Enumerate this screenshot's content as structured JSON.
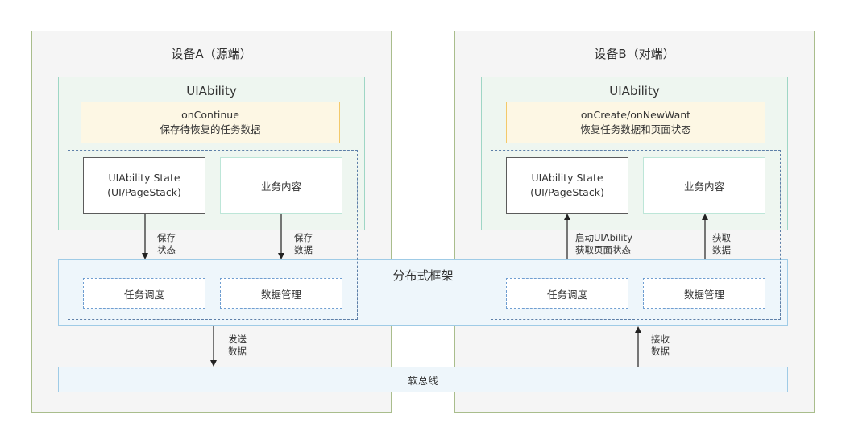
{
  "deviceA": {
    "title": "设备A（源端）",
    "uiability": {
      "title": "UIAbility",
      "callback_name": "onContinue",
      "callback_desc": "保存待恢复的任务数据",
      "state_line1": "UIAbility State",
      "state_line2": "(UI/PageStack)",
      "business": "业务内容"
    },
    "arrow_left_label": [
      "保存",
      "状态"
    ],
    "arrow_right_label": [
      "保存",
      "数据"
    ],
    "module_task": "任务调度",
    "module_data": "数据管理",
    "send_label": [
      "发送",
      "数据"
    ]
  },
  "deviceB": {
    "title": "设备B（对端）",
    "uiability": {
      "title": "UIAbility",
      "callback_name": "onCreate/onNewWant",
      "callback_desc": "恢复任务数据和页面状态",
      "state_line1": "UIAbility State",
      "state_line2": "(UI/PageStack)",
      "business": "业务内容"
    },
    "arrow_left_label": [
      "启动UIAbility",
      "获取页面状态"
    ],
    "arrow_right_label": [
      "获取",
      "数据"
    ],
    "module_task": "任务调度",
    "module_data": "数据管理",
    "receive_label": [
      "接收",
      "数据"
    ]
  },
  "framework": {
    "title": "分布式框架"
  },
  "bus": {
    "title": "软总线"
  }
}
